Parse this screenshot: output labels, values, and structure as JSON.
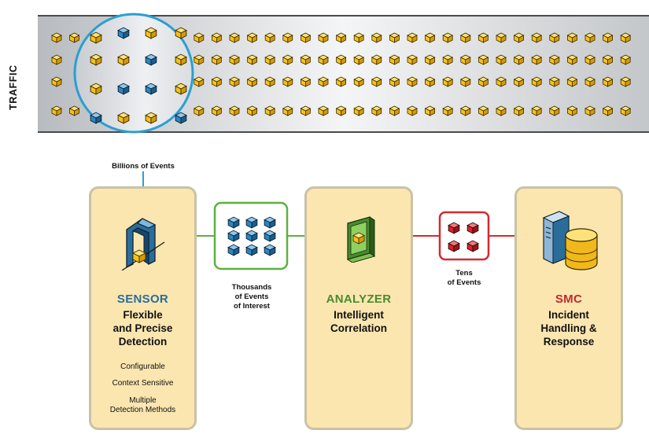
{
  "traffic": {
    "label": "TRAFFIC"
  },
  "labels": {
    "billions": "Billions of Events",
    "thousands": [
      "Thousands",
      "of Events",
      "of Interest"
    ],
    "tens": [
      "Tens",
      "of Events"
    ]
  },
  "sensor": {
    "name": "SENSOR",
    "description": [
      "Flexible",
      "and Precise",
      "Detection"
    ],
    "features": [
      "Configurable",
      "Context Sensitive",
      "Multiple",
      "Detection Methods"
    ]
  },
  "analyzer": {
    "name": "ANALYZER",
    "description": [
      "Intelligent",
      "Correlation"
    ]
  },
  "smc": {
    "name": "SMC",
    "description": [
      "Incident",
      "Handling &",
      "Response"
    ]
  },
  "colors": {
    "sensor": "#2a6d9a",
    "analyzer": "#4a8a2e",
    "smc": "#c0282e",
    "highlight_circle": "#2a9fd1",
    "green_arrow": "#5cb040",
    "red_arrow": "#d42a30",
    "panel_fill": "#fbe6b0",
    "cube_yellow": "#f5c21a",
    "cube_blue": "#2e86c1",
    "cube_red": "#d8232a"
  },
  "icons": [
    "sensor-icon",
    "analyzer-chip-icon",
    "server-database-icon"
  ]
}
